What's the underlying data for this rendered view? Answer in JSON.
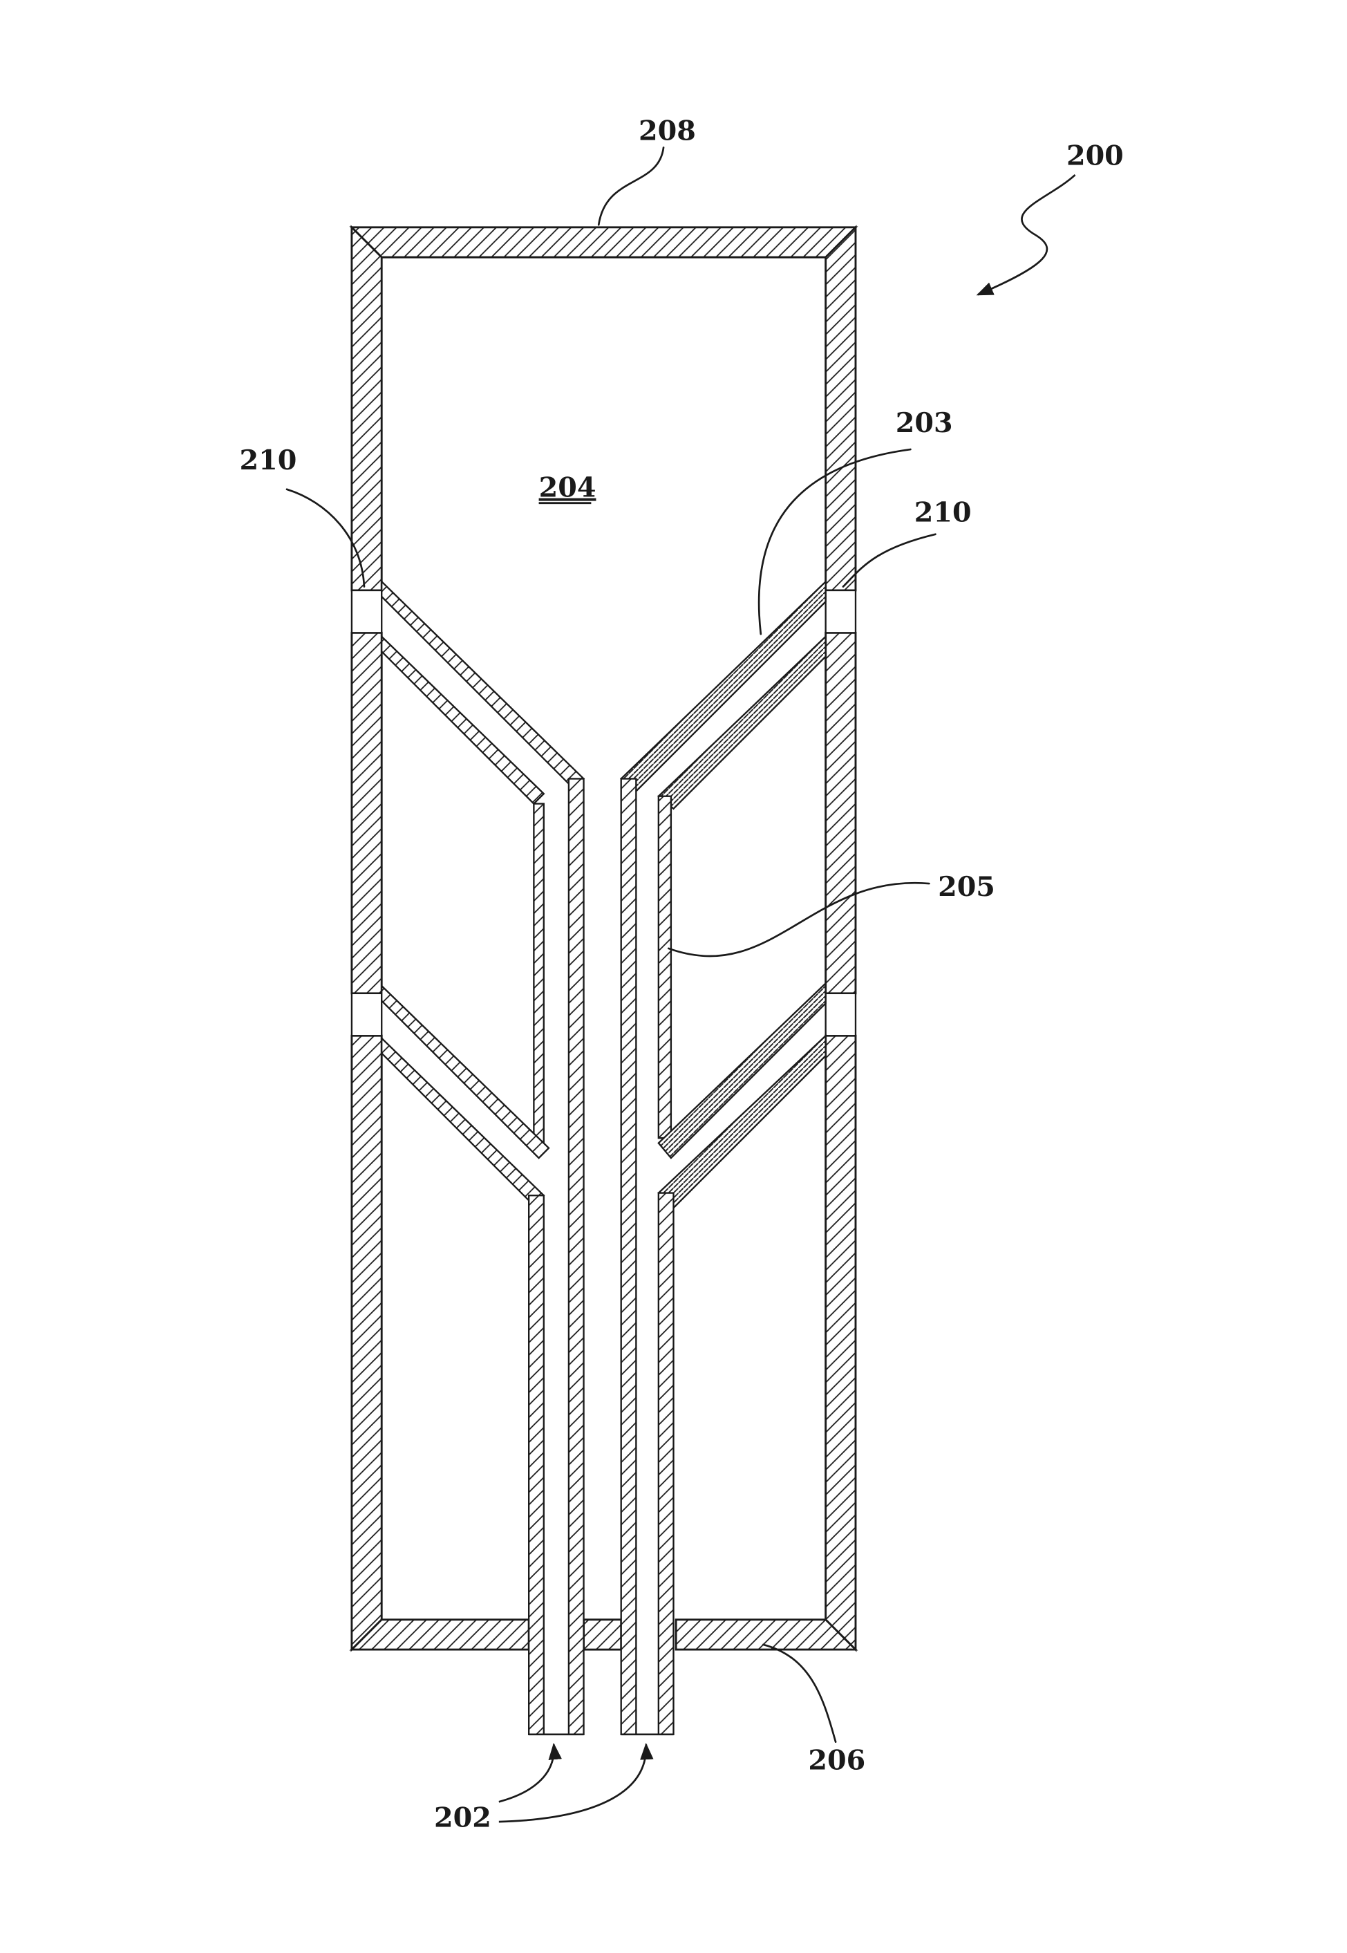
{
  "labels": {
    "assembly": "200",
    "top_wall": "208",
    "chamber": "204",
    "port_left": "210",
    "port_right": "210",
    "inlet_wall": "203",
    "conduit_wall": "205",
    "bottom_wall": "206",
    "inlets": "202"
  },
  "colors": {
    "ink": "#1a1a1a",
    "paper": "#ffffff"
  }
}
